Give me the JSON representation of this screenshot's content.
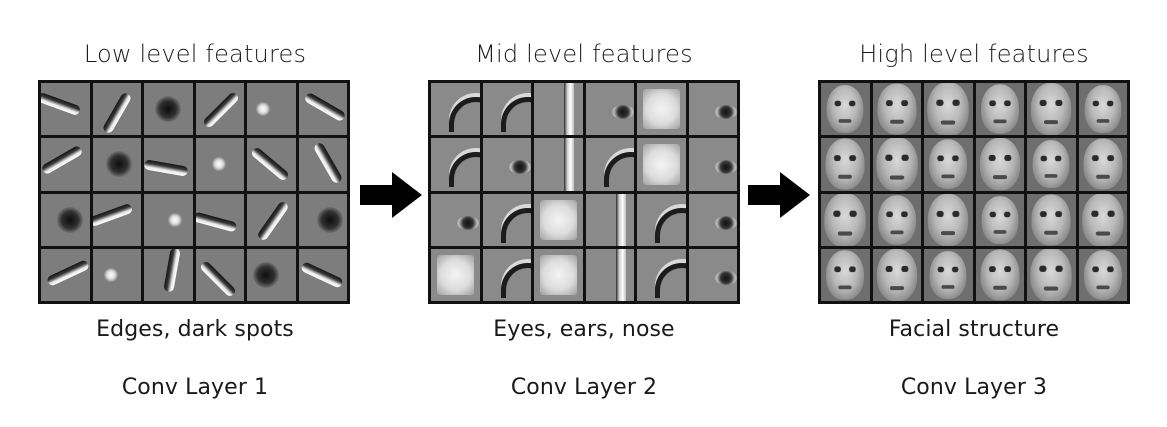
{
  "panels": [
    {
      "title": "Low level features",
      "description": "Edges, dark spots",
      "layer": "Conv Layer 1"
    },
    {
      "title": "Mid level features",
      "description": "Eyes, ears, nose",
      "layer": "Conv Layer 2"
    },
    {
      "title": "High level features",
      "description": "Facial structure",
      "layer": "Conv Layer 3"
    }
  ],
  "colors": {
    "text": "#1a1a1a",
    "grid_line": "#111111",
    "arrow": "#000000"
  },
  "icons": {
    "arrow": "right-arrow-icon"
  }
}
